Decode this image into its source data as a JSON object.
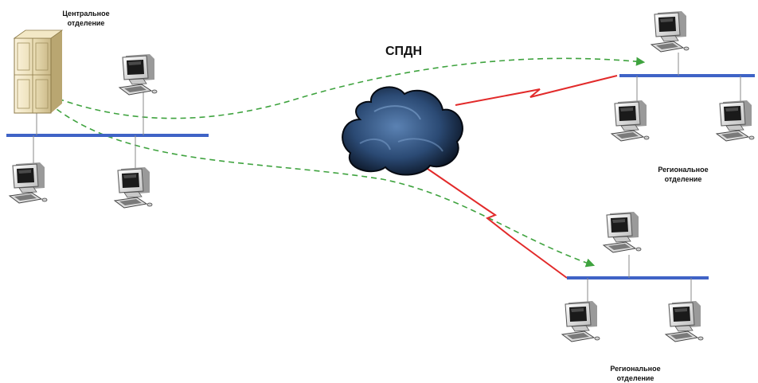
{
  "labels": {
    "central": [
      "Центральное",
      "отделение"
    ],
    "network": "СПДН",
    "regional_1": [
      "Региональное",
      "отделение"
    ],
    "regional_2": [
      "Региональное",
      "отделение"
    ]
  },
  "colors": {
    "bus": "#3f63c6",
    "link": "#e22a2a",
    "flow": "#3fa33f",
    "cloud_dark": "#0c1626",
    "cloud_light": "#5b82b3"
  },
  "icons": {
    "server": "server-icon",
    "workstation": "computer-icon",
    "cloud": "cloud-icon",
    "lightning": "lightning-link-icon"
  }
}
